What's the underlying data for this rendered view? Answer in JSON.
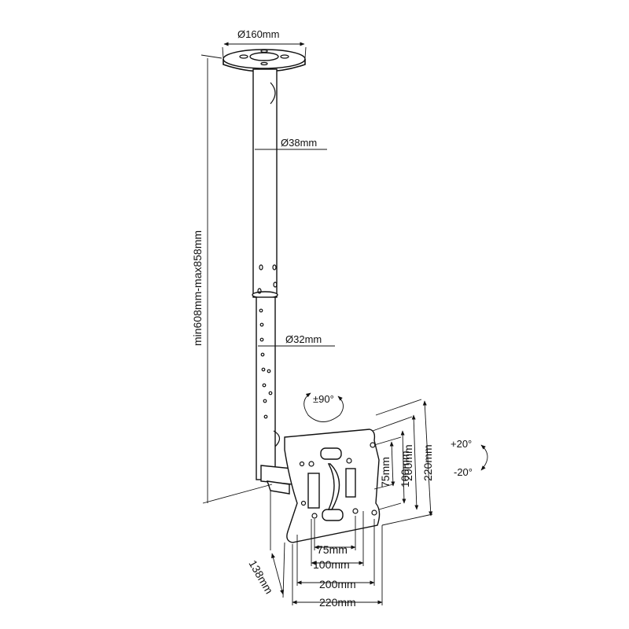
{
  "labels": {
    "plate_diameter": "Ø160mm",
    "upper_tube_diameter": "Ø38mm",
    "lower_tube_diameter": "Ø32mm",
    "height_range": "min608mm-max858mm",
    "swivel": "±90°",
    "tilt_up": "+20°",
    "tilt_down": "-20°",
    "vesa_h_75": "75mm",
    "vesa_h_100": "100mm",
    "vesa_h_200": "200mm",
    "vesa_h_220": "220mm",
    "vesa_v_75": "75mm",
    "vesa_v_100": "100mm",
    "vesa_v_200": "200mm",
    "vesa_v_220": "220mm",
    "depth": "138mm"
  }
}
